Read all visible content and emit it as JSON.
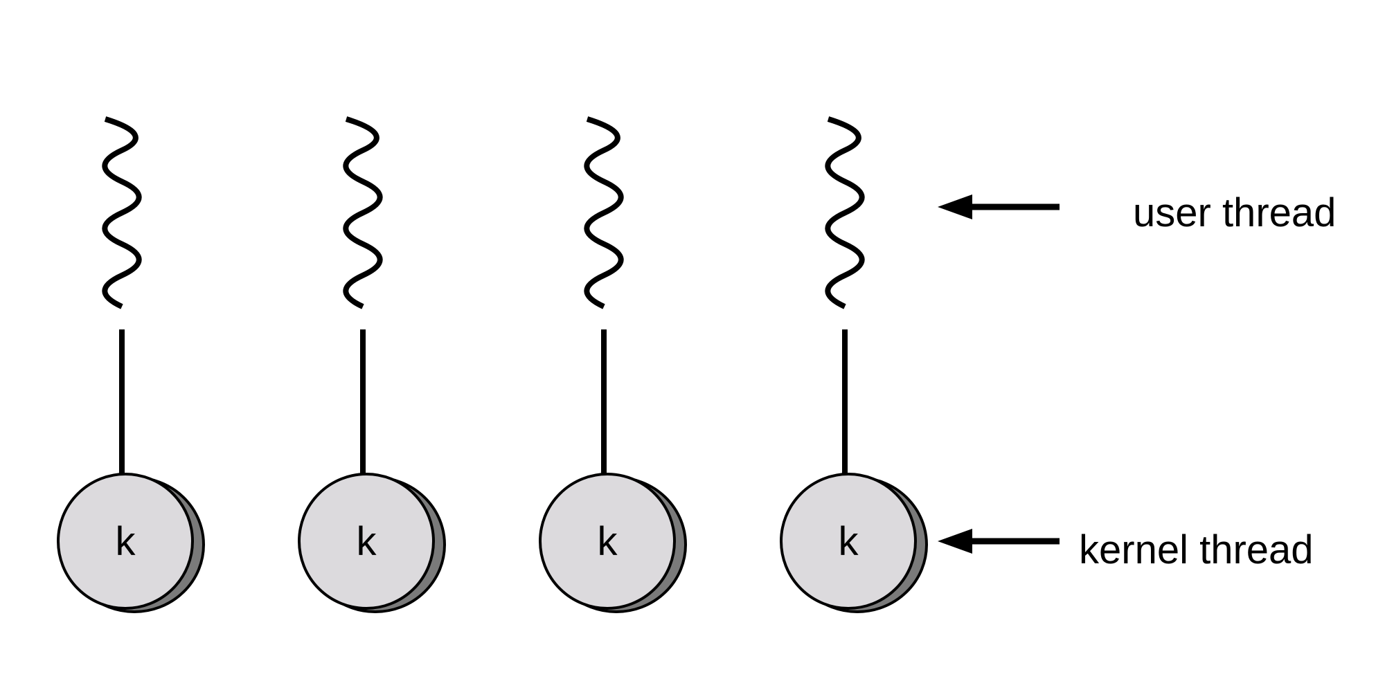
{
  "diagram": {
    "threads": [
      {
        "kernel_label": "k"
      },
      {
        "kernel_label": "k"
      },
      {
        "kernel_label": "k"
      },
      {
        "kernel_label": "k"
      }
    ],
    "legend": {
      "user_thread": "user thread",
      "kernel_thread": "kernel thread"
    },
    "colors": {
      "stroke": "#000000",
      "disk_face": "#dcdadd",
      "disk_shadow": "#7a7a7a"
    }
  }
}
